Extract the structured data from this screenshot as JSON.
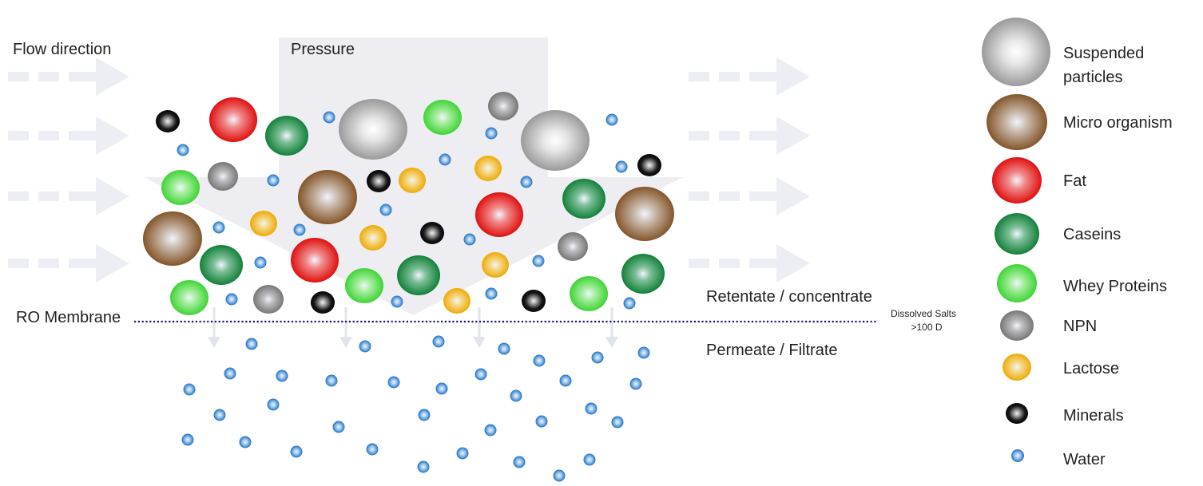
{
  "labels": {
    "flow_direction": "Flow direction",
    "pressure": "Pressure",
    "ro_membrane": "RO Membrane",
    "retentate": "Retentate / concentrate",
    "permeate": "Permeate / Filtrate",
    "dissolved_salts_line1": "Dissolved Salts",
    "dissolved_salts_line2": ">100 D"
  },
  "legend": [
    {
      "key": "suspended",
      "label_line1": "Suspended",
      "label_line2": "particles"
    },
    {
      "key": "micro",
      "label_line1": "Micro organism"
    },
    {
      "key": "fat",
      "label_line1": "Fat"
    },
    {
      "key": "casein",
      "label_line1": "Caseins"
    },
    {
      "key": "whey",
      "label_line1": "Whey Proteins"
    },
    {
      "key": "npn",
      "label_line1": "NPN"
    },
    {
      "key": "lactose",
      "label_line1": "Lactose"
    },
    {
      "key": "mineral",
      "label_line1": "Minerals"
    },
    {
      "key": "water",
      "label_line1": "Water"
    }
  ],
  "particle_colors": {
    "suspended": "#a8a8a8",
    "micro": "#8a5a2e",
    "fat": "#e81818",
    "casein": "#1a8a3e",
    "whey": "#48d840",
    "npn": "#808080",
    "lactose": "#f0b010",
    "mineral": "#111111",
    "water": "#2a7fd0"
  },
  "membrane_color": "#1a1a6e",
  "arrow_color": "#eceef4"
}
